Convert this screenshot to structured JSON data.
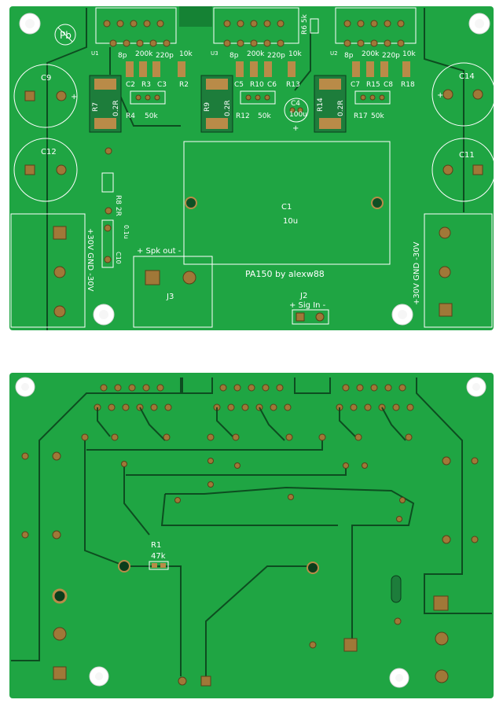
{
  "colors": {
    "pcb_green": "#1fa543",
    "pcb_green_dark": "#158234",
    "silkscreen": "#ffffff",
    "copper": "#b98b48",
    "trace": "#0c4d20",
    "background": "#ffffff"
  },
  "top_board": {
    "title": "PA150 by alexw88",
    "modules": [
      {
        "ref": "U1",
        "labels": [
          "8p",
          "200k",
          "220p",
          "10k"
        ],
        "caps": [
          "C2",
          "R3",
          "C3",
          "R2"
        ],
        "resistor": "R7",
        "resistor_value": "0.2R",
        "pot": "R4",
        "pot_value": "50k"
      },
      {
        "ref": "U3",
        "labels": [
          "8p",
          "200k",
          "220p",
          "10k"
        ],
        "caps": [
          "C5",
          "R10",
          "C6",
          "R13"
        ],
        "resistor": "R9",
        "resistor_value": "0.2R",
        "pot": "R12",
        "pot_value": "50k"
      },
      {
        "ref": "U2",
        "labels": [
          "8p",
          "200k",
          "220p",
          "10k"
        ],
        "caps": [
          "C7",
          "R15",
          "C8",
          "R18"
        ],
        "resistor": "R14",
        "resistor_value": "0.2R",
        "pot": "R17",
        "pot_value": "50k"
      }
    ],
    "r6": "R6 5k",
    "c4": "C4",
    "c4_value": "100u",
    "c9": "C9",
    "c12": "C12",
    "c14": "C14",
    "c11": "C11",
    "r8": "R8 2R",
    "c10": "C10",
    "c10_value": "0.1u",
    "c1": "C1",
    "c1_value": "10u",
    "spk_out": "+ Spk out -",
    "j3": "J3",
    "j2": "J2",
    "sig_in": "+ Sig In -",
    "power_left": "+30V GND -30V",
    "power_right": "+30V GND -30V",
    "plus": "+"
  },
  "bottom_board": {
    "r1": "R1",
    "r1_value": "47k"
  }
}
